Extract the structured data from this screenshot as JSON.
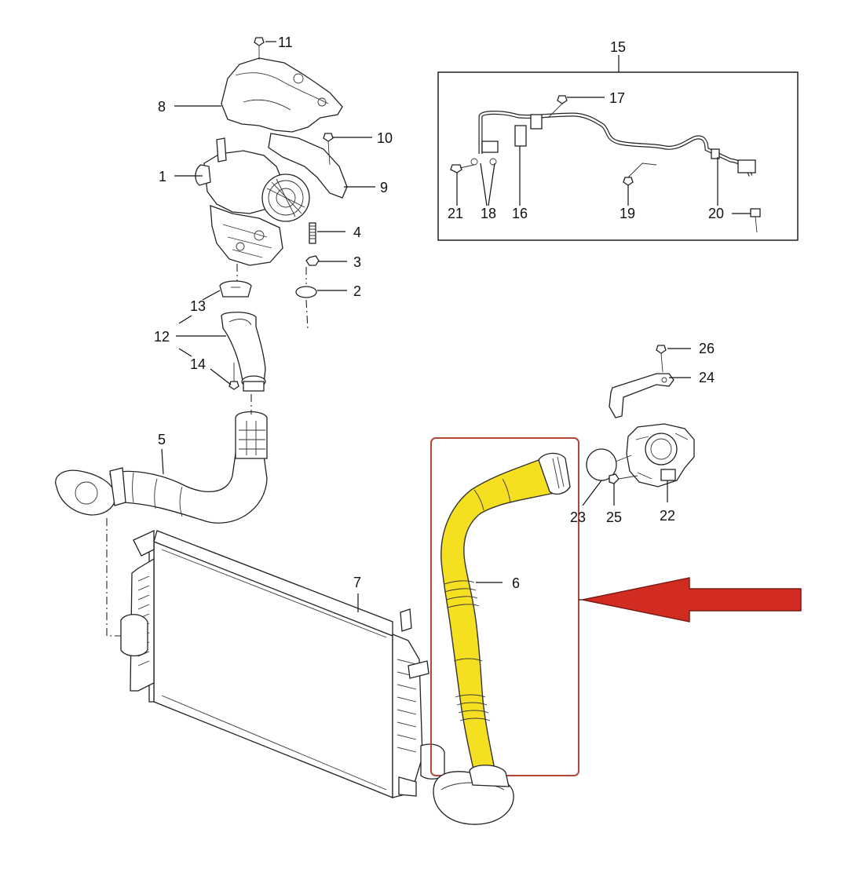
{
  "colors": {
    "highlight_fill": "#f4e020",
    "highlight_box": "#b5463a",
    "arrow_fill": "#d22c22",
    "arrow_stroke": "#7a1c16",
    "line": "#111111"
  },
  "callouts": {
    "c1": "1",
    "c2": "2",
    "c3": "3",
    "c4": "4",
    "c5": "5",
    "c6": "6",
    "c7": "7",
    "c8": "8",
    "c9": "9",
    "c10": "10",
    "c11": "11",
    "c12": "12",
    "c13": "13",
    "c14": "14",
    "c15": "15",
    "c16": "16",
    "c17": "17",
    "c18": "18",
    "c19": "19",
    "c20": "20",
    "c21": "21",
    "c22": "22",
    "c23": "23",
    "c24": "24",
    "c25": "25",
    "c26": "26"
  },
  "highlighted_part": "6",
  "icons": {
    "pointer": "red-arrow-left-icon"
  }
}
